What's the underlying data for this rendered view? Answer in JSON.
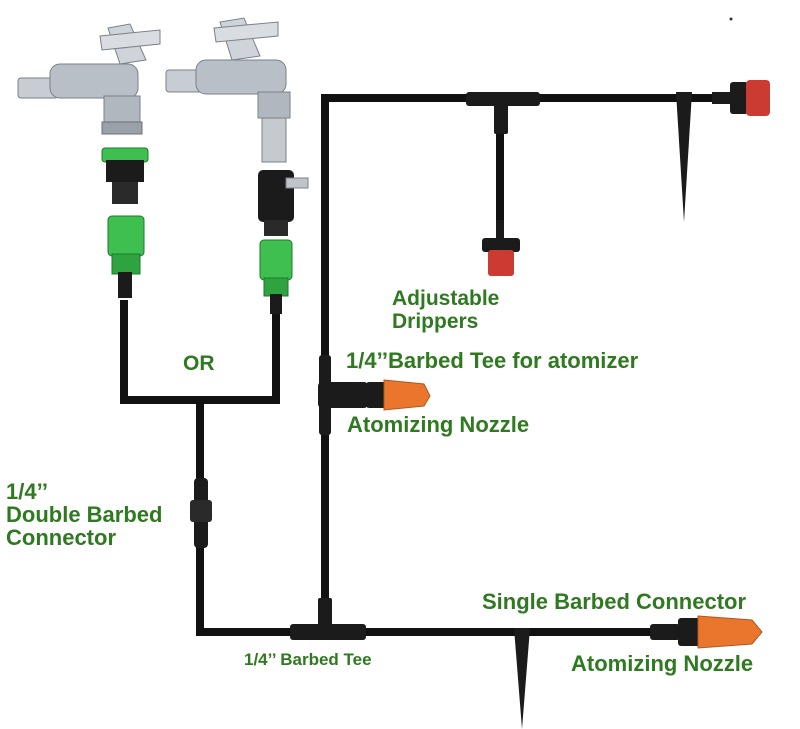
{
  "colors": {
    "label_green": "#2f7a20",
    "tube": "#111111",
    "chrome": "#b9bfc6",
    "adapter_green": "#3fbf4f",
    "nozzle_orange": "#e9762c",
    "dripper_red": "#cc3b32"
  },
  "labels": {
    "or": "OR",
    "adjustable_drippers_1": "Adjustable",
    "adjustable_drippers_2": "Drippers",
    "tee_atomizer": "1/4’’Barbed Tee for atomizer",
    "atomizing_nozzle_mid": "Atomizing Nozzle",
    "double_barbed_1": "1/4’’",
    "double_barbed_2": "Double Barbed",
    "double_barbed_3": "Connector",
    "single_barbed": "Single Barbed Connector",
    "atomizing_nozzle_bottom": "Atomizing Nozzle",
    "barbed_tee": "1/4’’ Barbed Tee"
  }
}
